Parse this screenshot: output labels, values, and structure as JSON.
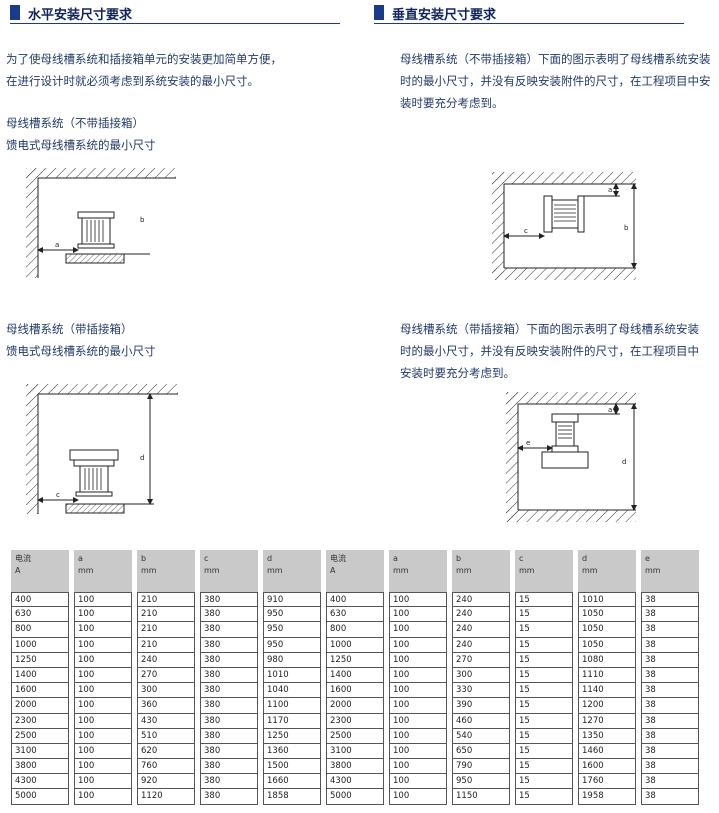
{
  "left": {
    "title": "水平安装尺寸要求",
    "intro": [
      "为了使母线槽系统和插接箱单元的安装更加简单方便，",
      "在进行设计时就必须考虑到系统安装的最小尺寸。"
    ],
    "case1": [
      "母线槽系统（不带插接箱）",
      "馈电式母线槽系统的最小尺寸"
    ],
    "case2": [
      "母线槽系统（带插接箱）",
      "馈电式母线槽系统的最小尺寸"
    ],
    "diagram1_labels": {
      "a": "a",
      "b": "b"
    },
    "diagram2_labels": {
      "c": "c",
      "d": "d"
    }
  },
  "right": {
    "title": "垂直安装尺寸要求",
    "case1": [
      "母线槽系统（不带插接箱）下面的图示表明了母线槽系统安装",
      "时的最小尺寸，并没有反映安装附件的尺寸，在工程项目中安",
      "装时要充分考虑到。"
    ],
    "case2": [
      "母线槽系统（带插接箱）下面的图示表明了母线槽系统安装",
      "时的最小尺寸，并没有反映安装附件的尺寸，在工程项目中",
      "安装时要充分考虑到。"
    ],
    "diagram1_labels": {
      "a": "a",
      "b": "b",
      "c": "c"
    },
    "diagram2_labels": {
      "a": "a",
      "d": "d",
      "e": "e"
    }
  },
  "table_left": {
    "headers": [
      [
        "电流",
        "A"
      ],
      [
        "a",
        "mm"
      ],
      [
        "b",
        "mm"
      ],
      [
        "c",
        "mm"
      ],
      [
        "d",
        "mm"
      ]
    ],
    "rows": [
      [
        "400",
        "100",
        "210",
        "380",
        "910"
      ],
      [
        "630",
        "100",
        "210",
        "380",
        "950"
      ],
      [
        "800",
        "100",
        "210",
        "380",
        "950"
      ],
      [
        "1000",
        "100",
        "210",
        "380",
        "950"
      ],
      [
        "1250",
        "100",
        "240",
        "380",
        "980"
      ],
      [
        "1400",
        "100",
        "270",
        "380",
        "1010"
      ],
      [
        "1600",
        "100",
        "300",
        "380",
        "1040"
      ],
      [
        "2000",
        "100",
        "360",
        "380",
        "1100"
      ],
      [
        "2300",
        "100",
        "430",
        "380",
        "1170"
      ],
      [
        "2500",
        "100",
        "510",
        "380",
        "1250"
      ],
      [
        "3100",
        "100",
        "620",
        "380",
        "1360"
      ],
      [
        "3800",
        "100",
        "760",
        "380",
        "1500"
      ],
      [
        "4300",
        "100",
        "920",
        "380",
        "1660"
      ],
      [
        "5000",
        "100",
        "1120",
        "380",
        "1858"
      ]
    ]
  },
  "table_right": {
    "headers": [
      [
        "电流",
        "A"
      ],
      [
        "a",
        "mm"
      ],
      [
        "b",
        "mm"
      ],
      [
        "c",
        "mm"
      ],
      [
        "d",
        "mm"
      ],
      [
        "e",
        "mm"
      ]
    ],
    "rows": [
      [
        "400",
        "100",
        "240",
        "15",
        "1010",
        "38"
      ],
      [
        "630",
        "100",
        "240",
        "15",
        "1050",
        "38"
      ],
      [
        "800",
        "100",
        "240",
        "15",
        "1050",
        "38"
      ],
      [
        "1000",
        "100",
        "240",
        "15",
        "1050",
        "38"
      ],
      [
        "1250",
        "100",
        "270",
        "15",
        "1080",
        "38"
      ],
      [
        "1400",
        "100",
        "300",
        "15",
        "1110",
        "38"
      ],
      [
        "1600",
        "100",
        "330",
        "15",
        "1140",
        "38"
      ],
      [
        "2000",
        "100",
        "390",
        "15",
        "1200",
        "38"
      ],
      [
        "2300",
        "100",
        "460",
        "15",
        "1270",
        "38"
      ],
      [
        "2500",
        "100",
        "540",
        "15",
        "1350",
        "38"
      ],
      [
        "3100",
        "100",
        "650",
        "15",
        "1460",
        "38"
      ],
      [
        "3800",
        "100",
        "790",
        "15",
        "1600",
        "38"
      ],
      [
        "4300",
        "100",
        "950",
        "15",
        "1760",
        "38"
      ],
      [
        "5000",
        "100",
        "1150",
        "15",
        "1958",
        "38"
      ]
    ]
  }
}
